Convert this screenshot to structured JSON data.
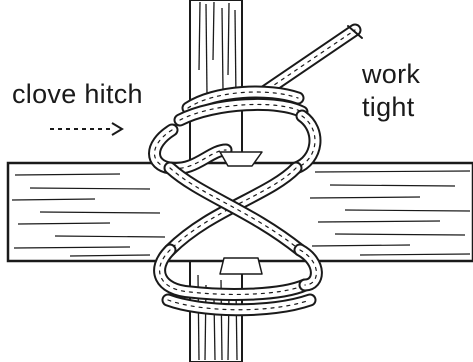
{
  "labels": {
    "clove_hitch": "clove hitch",
    "work": "work",
    "tight": "tight"
  },
  "icons": {
    "pointer": "dashed-arrow-right"
  },
  "colors": {
    "ink": "#1a1a1a",
    "paper": "#ffffff"
  }
}
